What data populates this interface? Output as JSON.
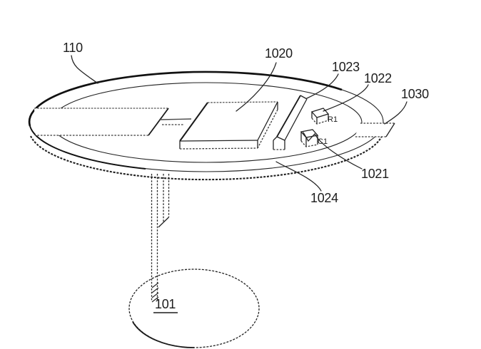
{
  "figure": {
    "type": "patent-line-drawing",
    "background": "#ffffff",
    "line_color": "#1f1f1f",
    "reference_labels": {
      "l110": "110",
      "l1020": "1020",
      "l1023": "1023",
      "l1022": "1022",
      "l1030": "1030",
      "l1021": "1021",
      "l1024": "1024",
      "l101": "101"
    },
    "component_labels": {
      "r1": "R1",
      "c1": "C1"
    }
  }
}
